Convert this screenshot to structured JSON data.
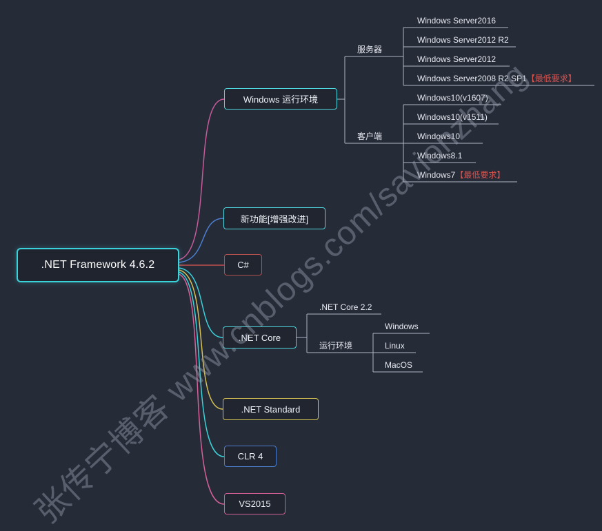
{
  "canvas": {
    "bg": "#262b38"
  },
  "watermark": {
    "text": "张传宁博客 www.cnblogs.com/savionzhang"
  },
  "colors": {
    "line_gray": "#aeb6c3",
    "leaf_text": "#e6e9f0",
    "highlight_red": "#d9534f"
  },
  "root": {
    "label": ".NET Framework 4.6.2",
    "border": "#3bd3da"
  },
  "branches": {
    "windows_env": {
      "label": "Windows 运行环境",
      "border": "#4fd8e0",
      "line": "#c75b9b"
    },
    "features": {
      "label": "新功能[增强改进]",
      "border": "#4fd8e0",
      "line": "#4d7fd0"
    },
    "csharp": {
      "label": "C#",
      "border": "#b5504e",
      "line": "#c0504d"
    },
    "netcore": {
      "label": ".NET Core",
      "border": "#4fd8e0",
      "line": "#3bd3da"
    },
    "netstandard": {
      "label": ".NET Standard",
      "border": "#d6c254",
      "line": "#d6c254"
    },
    "clr4": {
      "label": "CLR 4",
      "border": "#4d7fd0",
      "line": "#3bd3da"
    },
    "vs2015": {
      "label": "VS2015",
      "border": "#d5609a",
      "line": "#d5609a"
    }
  },
  "windows_env_tree": {
    "server": {
      "label": "服务器",
      "items": [
        {
          "label": "Windows Server2016"
        },
        {
          "label": "Windows Server2012 R2"
        },
        {
          "label": "Windows Server2012"
        },
        {
          "label": "Windows Server2008 R2 SP1",
          "highlight": "【最低要求】"
        }
      ]
    },
    "client": {
      "label": "客户端",
      "items": [
        {
          "label": "Windows10(v1607)"
        },
        {
          "label": "Windows10(v1511)"
        },
        {
          "label": "Windows10"
        },
        {
          "label": "Windows8.1"
        },
        {
          "label": "Windows7",
          "highlight": "【最低要求】"
        }
      ]
    }
  },
  "netcore_tree": {
    "core22": {
      "label": ".NET Core 2.2"
    },
    "runtime": {
      "label": "运行环境",
      "items": [
        {
          "label": "Windows"
        },
        {
          "label": "Linux"
        },
        {
          "label": "MacOS"
        }
      ]
    }
  }
}
